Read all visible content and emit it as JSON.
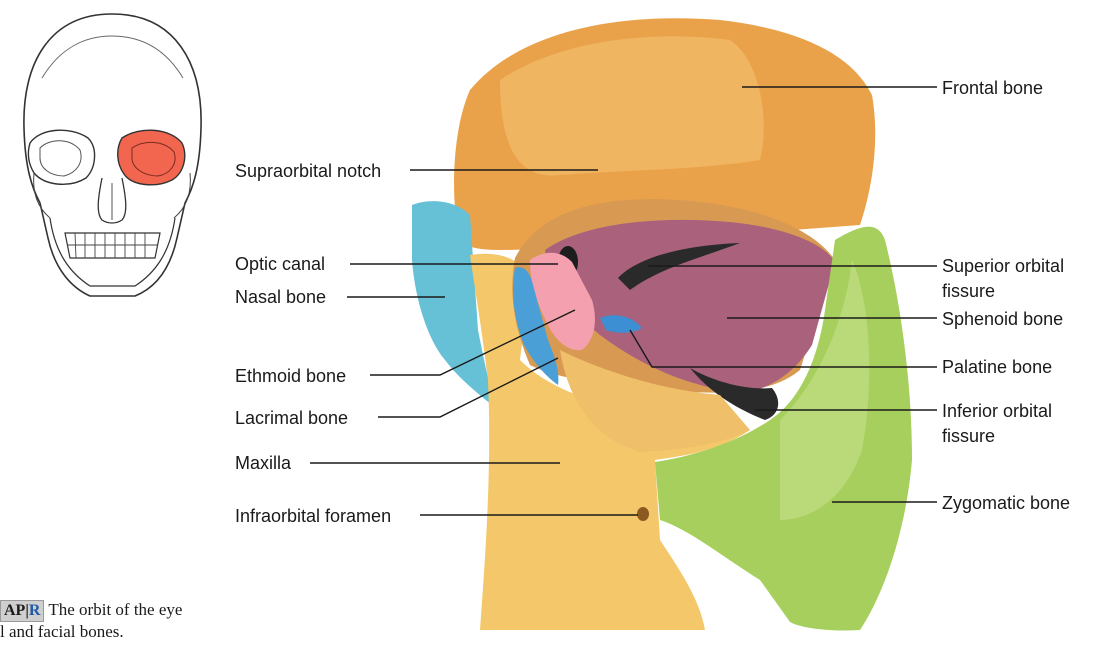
{
  "labels": {
    "frontal_bone": "Frontal bone",
    "supraorbital_notch": "Supraorbital notch",
    "optic_canal": "Optic canal",
    "nasal_bone": "Nasal bone",
    "ethmoid_bone": "Ethmoid bone",
    "lacrimal_bone": "Lacrimal bone",
    "maxilla": "Maxilla",
    "infraorbital_foramen": "Infraorbital foramen",
    "superior_orbital_fissure_1": "Superior orbital",
    "superior_orbital_fissure_2": "fissure",
    "sphenoid_bone": "Sphenoid bone",
    "palatine_bone": "Palatine bone",
    "inferior_orbital_fissure_1": "Inferior orbital",
    "inferior_orbital_fissure_2": "fissure",
    "zygomatic_bone": "Zygomatic bone"
  },
  "caption": {
    "badge_ap": "AP",
    "badge_r": "R",
    "line1": "The orbit of the eye",
    "line2": "l and facial bones."
  },
  "colors": {
    "frontal": "#eaa24a",
    "frontal_light": "#f4c574",
    "maxilla": "#f4c86a",
    "sphenoid": "#a9617c",
    "ethmoid": "#f4a0ae",
    "lacrimal": "#4a9fd6",
    "nasal": "#66c1d6",
    "palatine": "#3b8fd2",
    "zygomatic": "#a7cf5d",
    "fissure": "#2a2a2a",
    "highlight_orbit": "#f2664f"
  },
  "icons": [
    "skull-thumbnail-icon",
    "apr-badge-icon"
  ]
}
